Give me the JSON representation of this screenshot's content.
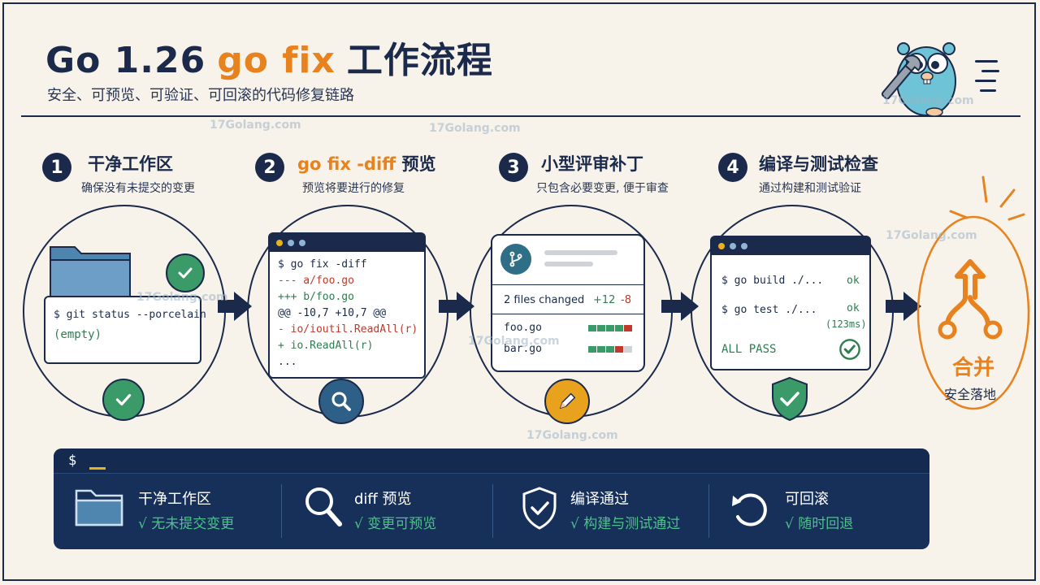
{
  "header": {
    "title_prefix": "Go 1.26",
    "title_highlight": "go fix",
    "title_suffix": "工作流程",
    "subtitle": "安全、可预览、可验证、可回滚的代码修复链路"
  },
  "steps": [
    {
      "number": "1",
      "title": "干净工作区",
      "desc": "确保没有未提交的变更",
      "terminal": {
        "command": "$ git status --porcelain",
        "output": "(empty)"
      }
    },
    {
      "number": "2",
      "title": "go fix -diff",
      "title_suffix": "预览",
      "desc": "预览将要进行的修复",
      "diff_lines": [
        {
          "text": "$ go fix -diff",
          "color": "#1b2a4a"
        },
        {
          "text": "--- a/foo.go",
          "color": "#c0392b"
        },
        {
          "text": "+++ b/foo.go",
          "color": "#2e7d4f"
        },
        {
          "text": "@@ -10,7 +10,7 @@",
          "color": "#1b2a4a"
        },
        {
          "text": "-  io/ioutil.ReadAll(r)",
          "color": "#c0392b"
        },
        {
          "text": "+  io.ReadAll(r)",
          "color": "#2e7d4f"
        },
        {
          "text": "...",
          "color": "#1b2a4a"
        }
      ]
    },
    {
      "number": "3",
      "title": "小型评审补丁",
      "desc": "只包含必要变更, 便于审查",
      "summary": "2 files changed",
      "additions": "+12",
      "deletions": "-8",
      "files": [
        "foo.go",
        "bar.go"
      ]
    },
    {
      "number": "4",
      "title": "编译与测试检查",
      "desc": "通过构建和测试验证",
      "checks": [
        {
          "command": "$ go build ./...",
          "result": "ok",
          "extra": ""
        },
        {
          "command": "$ go test ./...",
          "result": "ok",
          "extra": "(123ms)"
        }
      ],
      "all_pass": "ALL PASS"
    }
  ],
  "merge": {
    "label": "合并",
    "sublabel": "安全落地"
  },
  "terminal": {
    "prompt": "$",
    "features": [
      {
        "title": "干净工作区",
        "check": "√ 无未提交变更",
        "icon": "folder-icon"
      },
      {
        "title": "diff 预览",
        "check": "√ 变更可预览",
        "icon": "magnifier-icon"
      },
      {
        "title": "编译通过",
        "check": "√ 构建与测试通过",
        "icon": "shield-check-icon"
      },
      {
        "title": "可回滚",
        "check": "√ 随时回退",
        "icon": "undo-icon"
      }
    ]
  },
  "watermark": "17Golang.com",
  "colors": {
    "navy": "#1b2a4a",
    "orange": "#e8821e",
    "green": "#3a9a68",
    "background": "#f7f3ea"
  }
}
